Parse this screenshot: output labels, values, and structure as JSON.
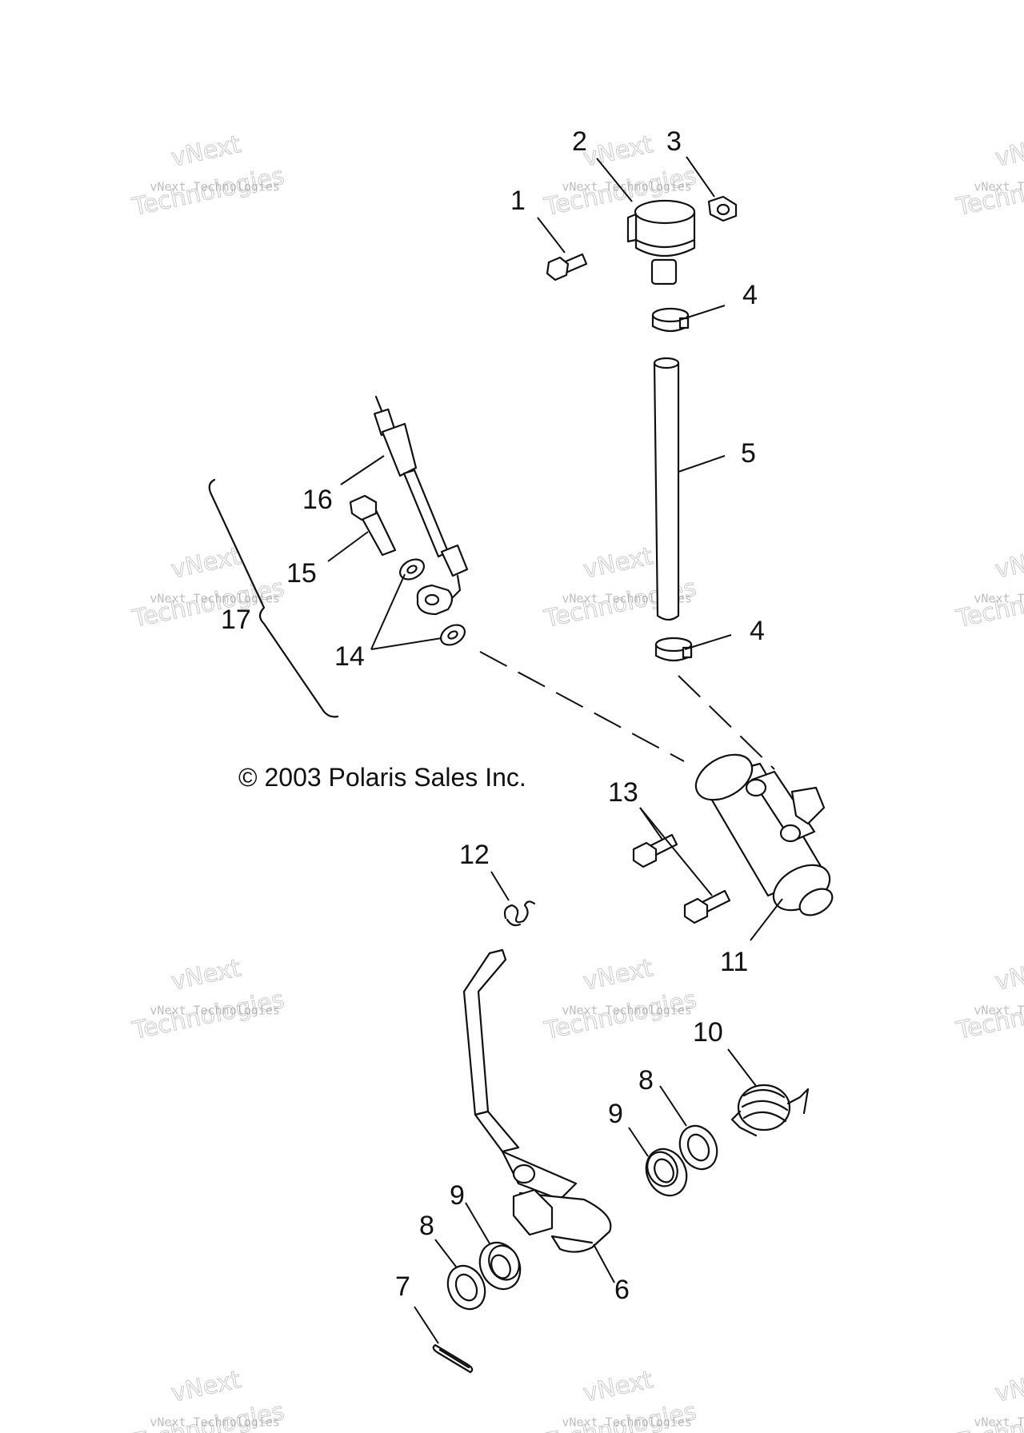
{
  "copyright": "© 2003 Polaris Sales Inc.",
  "watermark": {
    "line1": "vNext",
    "line2": "vNext Technologies",
    "line3": "Technologies"
  },
  "callouts": [
    {
      "id": "c1",
      "text": "1"
    },
    {
      "id": "c2",
      "text": "2"
    },
    {
      "id": "c3",
      "text": "3"
    },
    {
      "id": "c4a",
      "text": "4"
    },
    {
      "id": "c5",
      "text": "5"
    },
    {
      "id": "c4b",
      "text": "4"
    },
    {
      "id": "c16",
      "text": "16"
    },
    {
      "id": "c15",
      "text": "15"
    },
    {
      "id": "c17",
      "text": "17"
    },
    {
      "id": "c14",
      "text": "14"
    },
    {
      "id": "c13",
      "text": "13"
    },
    {
      "id": "c12",
      "text": "12"
    },
    {
      "id": "c11",
      "text": "11"
    },
    {
      "id": "c10",
      "text": "10"
    },
    {
      "id": "c8a",
      "text": "8"
    },
    {
      "id": "c9a",
      "text": "9"
    },
    {
      "id": "c9b",
      "text": "9"
    },
    {
      "id": "c8b",
      "text": "8"
    },
    {
      "id": "c7",
      "text": "7"
    },
    {
      "id": "c6",
      "text": "6"
    }
  ]
}
